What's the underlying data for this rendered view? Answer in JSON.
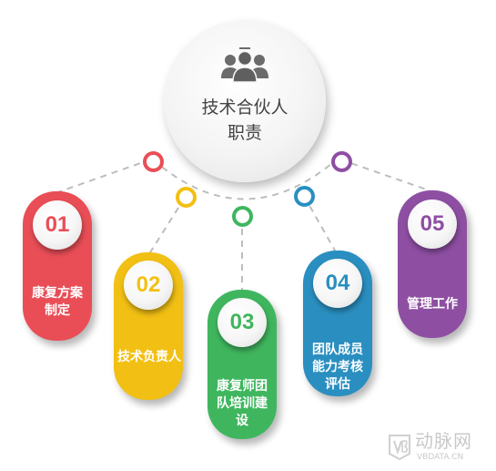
{
  "center": {
    "title_line1": "技术合伙人",
    "title_line2": "职责",
    "icon": "team-people-icon"
  },
  "items": [
    {
      "number": "01",
      "label": "康复方案制定",
      "color": "#e94e57"
    },
    {
      "number": "02",
      "label": "技术负责人",
      "color": "#f2c014"
    },
    {
      "number": "03",
      "label": "康复师团队培训建设",
      "color": "#3fb65e"
    },
    {
      "number": "04",
      "label": "团队成员能力考核评估",
      "color": "#2a8fc0"
    },
    {
      "number": "05",
      "label": "管理工作",
      "color": "#8e4fa3"
    }
  ],
  "watermark": {
    "name": "动脉网",
    "url": "VBDATA.CN",
    "icon": "vb-logo-icon"
  }
}
